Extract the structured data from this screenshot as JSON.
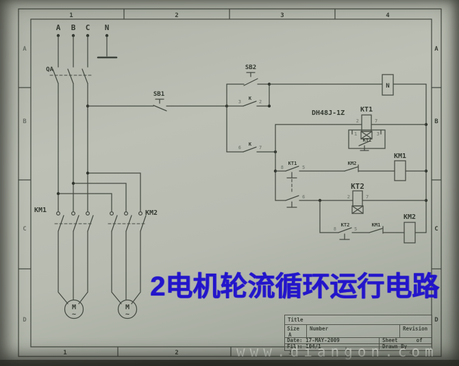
{
  "caption": "2电机轮流循环运行电路",
  "watermark": "www.diangon.com",
  "colors": {
    "caption_blue": "#2315cb",
    "ink": "#454a42",
    "paper": "#b7bbb0"
  },
  "border": {
    "cols": [
      "1",
      "2",
      "3",
      "4"
    ],
    "rows": [
      "A",
      "B",
      "C",
      "D"
    ]
  },
  "title_block": {
    "title_label": "Title",
    "size_label": "Size",
    "size_value": "A",
    "number_label": "Number",
    "revision_label": "Revision",
    "date_line": "Date: 17-MAY-2009",
    "sheet_line": "Sheet      of",
    "drawn_line": "Drawn By",
    "file_line": "File: 104/1"
  },
  "schematic": {
    "phase_a": "A",
    "phase_b": "B",
    "phase_c": "C",
    "neutral": "N",
    "breaker": "QA",
    "stop_button": "SB1",
    "start_button": "SB2",
    "k_contact": "K",
    "timer_model": "DH48J-1Z",
    "kt1": "KT1",
    "kt2": "KT2",
    "km1": "KM1",
    "km2": "KM2",
    "neutral_box": "N",
    "motor": "M",
    "motor_wave": "~",
    "terminals": {
      "k_top_l": "3",
      "k_top_r": "2",
      "k_bot_l": "6",
      "k_bot_r": "7",
      "kt1_coil_l": "2",
      "kt1_coil_r": "7",
      "socket_l": "1",
      "socket_r": "3",
      "kt1_com": "8",
      "kt1_no": "5",
      "kt1_nc": "6",
      "kt2_coil_l": "2",
      "kt2_coil_r": "7",
      "kt2_com": "8",
      "kt2_no": "5"
    }
  }
}
